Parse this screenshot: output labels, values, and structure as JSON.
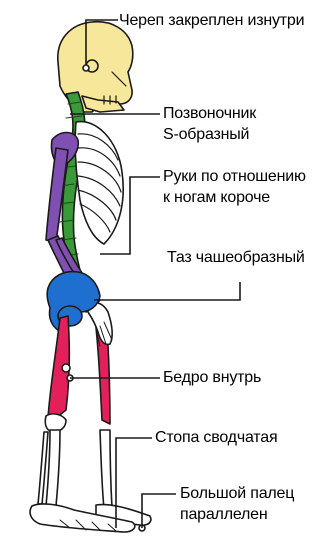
{
  "labels": {
    "skull": "Череп закреплен изнутри",
    "spine_line1": "Позвоночник",
    "spine_line2": "S-образный",
    "arms_line1": "Руки по отношению",
    "arms_line2": "к ногам короче",
    "pelvis": "Таз чашеобразный",
    "femur": "Бедро внутрь",
    "foot": "Стопа сводчатая",
    "toe_line1": "Большой палец",
    "toe_line2": "параллелен"
  },
  "colors": {
    "skull": "#f7e79a",
    "spine": "#3a9a3a",
    "arm": "#7f4fb2",
    "pelvis": "#1e6fd0",
    "femur": "#e4205a",
    "bone": "#ffffff",
    "outline": "#1a1a1a",
    "callout": "#1a1a1a"
  }
}
